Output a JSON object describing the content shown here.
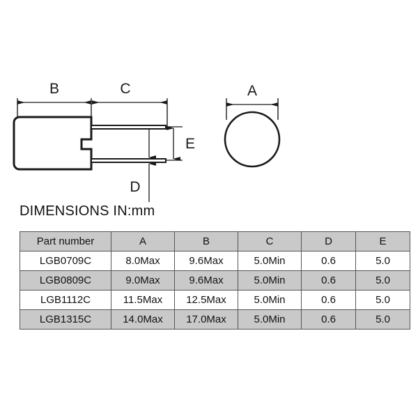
{
  "drawing": {
    "side_view": {
      "name": "capacitor-side-view",
      "dimension_labels": [
        {
          "key": "B",
          "label": "B",
          "meaning": "body-width"
        },
        {
          "key": "C",
          "label": "C",
          "meaning": "lead-length"
        },
        {
          "key": "D",
          "label": "D",
          "meaning": "lead-diameter"
        },
        {
          "key": "E",
          "label": "E",
          "meaning": "lead-spacing"
        }
      ]
    },
    "end_view": {
      "name": "capacitor-end-view",
      "dimension_labels": [
        {
          "key": "A",
          "label": "A",
          "meaning": "body-diameter"
        }
      ]
    }
  },
  "table_title": "DIMENSIONS IN:mm",
  "table": {
    "columns": [
      "Part number",
      "A",
      "B",
      "C",
      "D",
      "E"
    ],
    "rows": [
      {
        "part": "LGB0709C",
        "a": "8.0Max",
        "b": "9.6Max",
        "c": "5.0Min",
        "d": "0.6",
        "e": "5.0"
      },
      {
        "part": "LGB0809C",
        "a": "9.0Max",
        "b": "9.6Max",
        "c": "5.0Min",
        "d": "0.6",
        "e": "5.0"
      },
      {
        "part": "LGB1112C",
        "a": "11.5Max",
        "b": "12.5Max",
        "c": "5.0Min",
        "d": "0.6",
        "e": "5.0"
      },
      {
        "part": "LGB1315C",
        "a": "14.0Max",
        "b": "17.0Max",
        "c": "5.0Min",
        "d": "0.6",
        "e": "5.0"
      }
    ]
  },
  "colors": {
    "background": "#ffffff",
    "line": "#1a1a1a",
    "table_border": "#555555",
    "row_shaded": "#c9c9c9",
    "row_plain": "#ffffff",
    "text": "#111111"
  }
}
